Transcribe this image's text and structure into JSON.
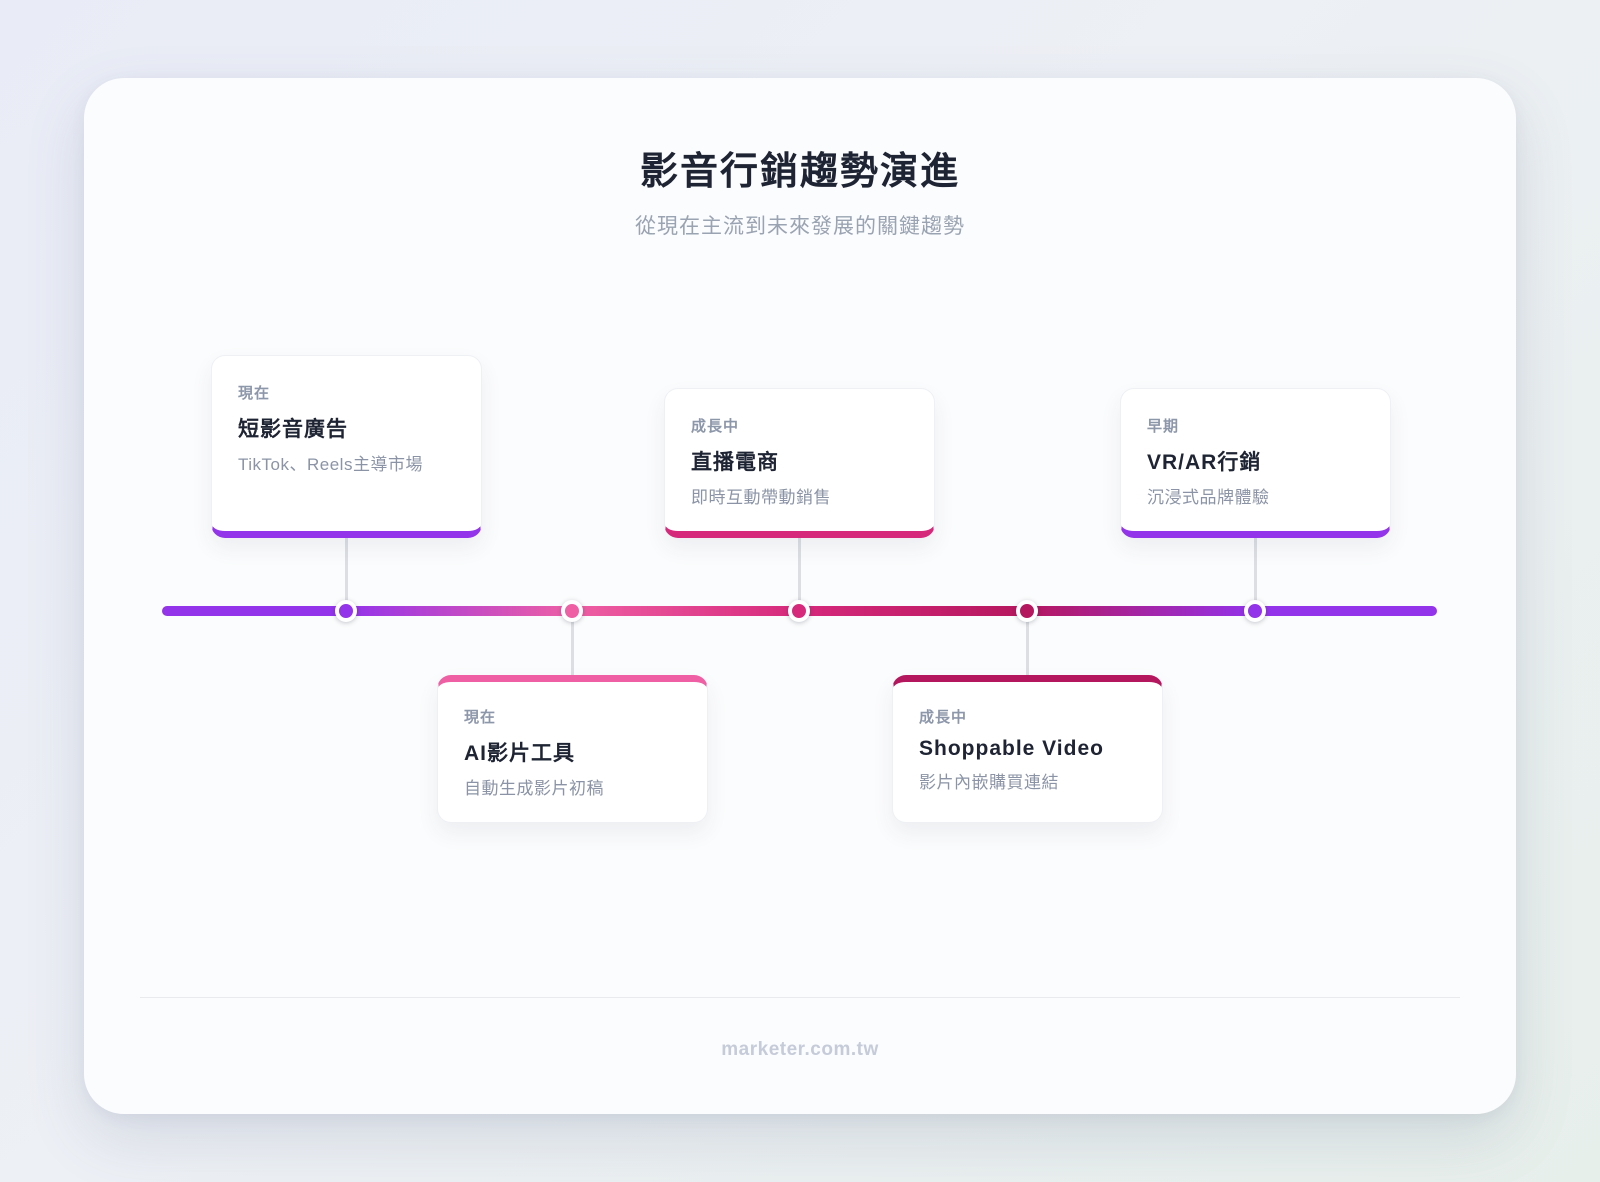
{
  "header": {
    "title": "影音行銷趨勢演進",
    "subtitle": "從現在主流到未來發展的關鍵趨勢"
  },
  "cards": [
    {
      "stage": "現在",
      "title": "短影音廣告",
      "description": "TikTok、Reels主導市場",
      "accent": "#9333ea",
      "side": "above"
    },
    {
      "stage": "現在",
      "title": "AI影片工具",
      "description": "自動生成影片初稿",
      "accent": "#ee5fa4",
      "side": "below"
    },
    {
      "stage": "成長中",
      "title": "直播電商",
      "description": "即時互動帶動銷售",
      "accent": "#d6297c",
      "side": "above"
    },
    {
      "stage": "成長中",
      "title": "Shoppable Video",
      "description": "影片內嵌購買連結",
      "accent": "#b5175e",
      "side": "below"
    },
    {
      "stage": "早期",
      "title": "VR/AR行銷",
      "description": "沉浸式品牌體驗",
      "accent": "#9333ea",
      "side": "above"
    }
  ],
  "timeline": {
    "track_gradient": [
      "#9333ea",
      "#ee5fa4",
      "#d6297c",
      "#b5175e",
      "#9333ea"
    ],
    "connector_color": "#dcdee3"
  },
  "footer": {
    "domain": "marketer.com.tw"
  }
}
